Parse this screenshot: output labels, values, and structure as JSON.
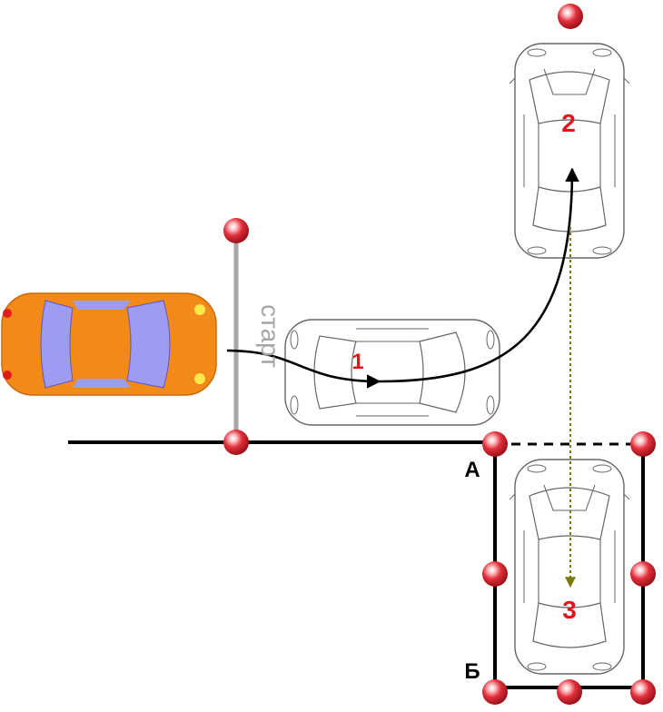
{
  "labels": {
    "start": "старт",
    "pos1": "1",
    "pos2": "2",
    "pos3": "3",
    "pointA": "А",
    "pointB": "Б"
  },
  "colors": {
    "marker_red": "#d81e2a",
    "position_number": "#e0161c",
    "orange_car": "#f28a1a",
    "orange_car_window": "#9e9cf0",
    "path_arrow": "#000000",
    "reverse_arrow": "#7a7a10",
    "start_line": "#a6a6a6",
    "outline_car": "#666666"
  },
  "icons": {
    "cone_marker": "red-sphere-marker",
    "active_car": "orange-car-top-view",
    "position_car": "outline-car-top-view"
  }
}
